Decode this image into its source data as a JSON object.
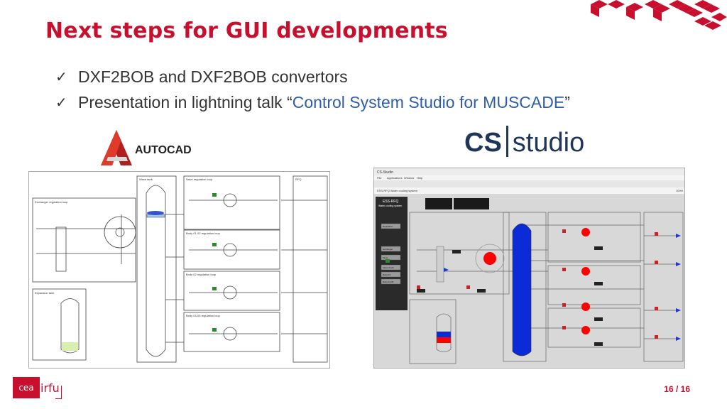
{
  "slide": {
    "title": "Next steps for GUI developments",
    "bullets": [
      {
        "text": "DXF2BOB and DXF2BOB convertors"
      },
      {
        "prefix": "Presentation in lightning talk “",
        "link": "Control System Studio for MUSCADE",
        "suffix": "”"
      }
    ],
    "check_symbol": "✓"
  },
  "logos": {
    "autocad": "AUTOCAD",
    "css_cs": "CS",
    "css_studio": "studio",
    "cea": "cea",
    "irfu": "irfu"
  },
  "left_screenshot": {
    "labels": [
      "Exchanger regulation loop",
      "Expansion tank",
      "Wave tank",
      "Valve regulation loop",
      "RFQ",
      "Body 01-02 regulation loop",
      "Body 02 regulation loop",
      "Body 04-05 regulation loop"
    ]
  },
  "right_screenshot": {
    "window_title": "CS-Studio",
    "menu": [
      "File",
      "Applications",
      "Window",
      "Help"
    ],
    "tab": "ESS-RFQ Water cooling system",
    "side_title": "ESS-RFQ",
    "side_subtitle": "Water cooling system",
    "side_buttons": [
      "Regulation",
      "Exchanger",
      "Mode",
      "Valve 01-02",
      "Body 03",
      "Body 04-05"
    ],
    "zoom": "100%"
  },
  "footer": {
    "page": "16 / 16"
  },
  "colors": {
    "accent": "#c8102e",
    "link": "#2f5ea8",
    "tank_blue": "#0b2bd6",
    "alarm_red": "#ff0000"
  }
}
